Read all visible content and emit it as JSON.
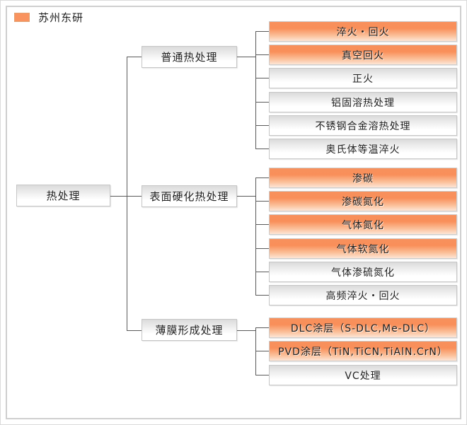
{
  "legend": {
    "label": "苏州东研",
    "color": "#f9935f"
  },
  "root": {
    "label": "热处理"
  },
  "branches": [
    {
      "label": "普通热处理",
      "children": [
        {
          "label": "淬火・回火",
          "highlight": true
        },
        {
          "label": "真空回火",
          "highlight": true
        },
        {
          "label": "正火",
          "highlight": false
        },
        {
          "label": "铝固溶热处理",
          "highlight": false
        },
        {
          "label": "不锈钢合金溶热处理",
          "highlight": false
        },
        {
          "label": "奥氏体等温淬火",
          "highlight": false
        }
      ]
    },
    {
      "label": "表面硬化热处理",
      "children": [
        {
          "label": "渗碳",
          "highlight": true
        },
        {
          "label": "渗碳氮化",
          "highlight": true
        },
        {
          "label": "气体氮化",
          "highlight": true
        },
        {
          "label": "气体软氮化",
          "highlight": true
        },
        {
          "label": "气体渗硫氮化",
          "highlight": false
        },
        {
          "label": "高频淬火・回火",
          "highlight": false
        }
      ]
    },
    {
      "label": "薄膜形成处理",
      "children": [
        {
          "label": "DLC涂层（S-DLC,Me-DLC）",
          "highlight": true
        },
        {
          "label": "PVD涂层（TiN,TiCN,TiAlN.CrN）",
          "highlight": true
        },
        {
          "label": "VC处理",
          "highlight": false
        }
      ]
    }
  ],
  "colors": {
    "line": "#5a5a5a",
    "highlight_top": "#f8905c",
    "highlight_bottom": "#fde5d6"
  }
}
